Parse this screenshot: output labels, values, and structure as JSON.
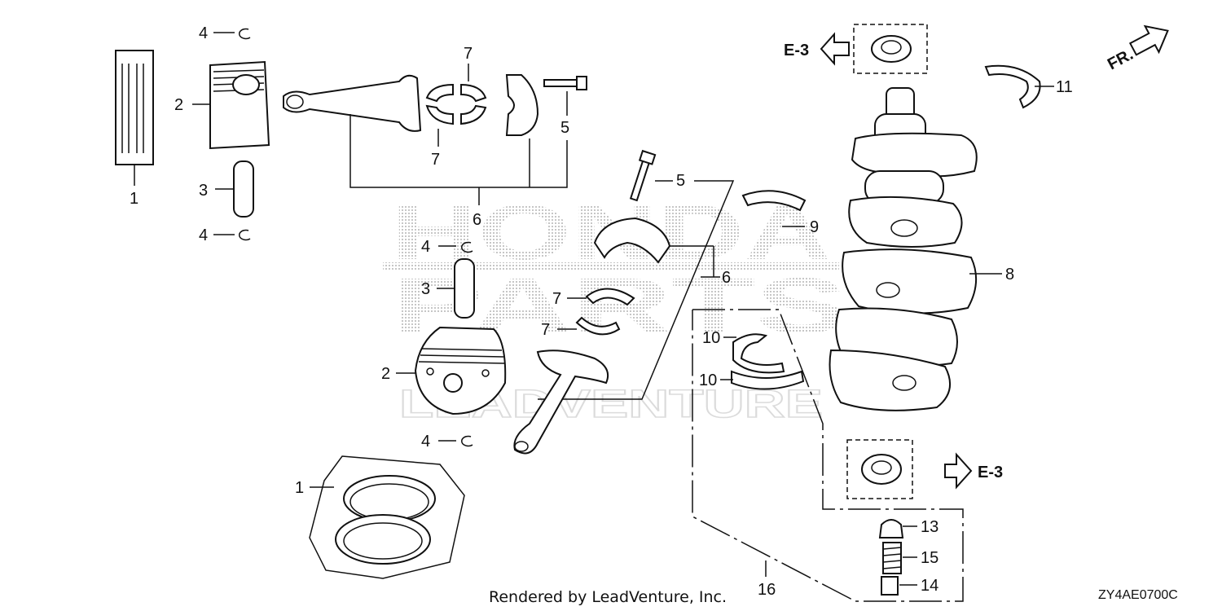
{
  "watermark": {
    "brand": "HONDA",
    "line2": "PARTS",
    "vendor": "LEADVENTURE"
  },
  "credit": "Rendered by LeadVenture, Inc.",
  "diagram_code": "ZY4AE0700C",
  "front_marker": "FR.",
  "callouts": {
    "c1a": "1",
    "c2a": "2",
    "c3a": "3",
    "c4a": "4",
    "c4b": "4",
    "c7a": "7",
    "c7b": "7",
    "c5a": "5",
    "c6a": "6",
    "c5b": "5",
    "c9": "9",
    "c4c": "4",
    "c3b": "3",
    "c6b": "6",
    "c7c": "7",
    "c7d": "7",
    "c2b": "2",
    "c4d": "4",
    "c1b": "1",
    "c10a": "10",
    "c10b": "10",
    "c16": "16",
    "c8": "8",
    "c11": "11",
    "c13": "13",
    "c15": "15",
    "c14": "14"
  },
  "references": {
    "top": "E-3",
    "bottom": "E-3"
  },
  "colors": {
    "line": "#111111",
    "watermark": "#b8b8b8",
    "background": "#ffffff"
  }
}
